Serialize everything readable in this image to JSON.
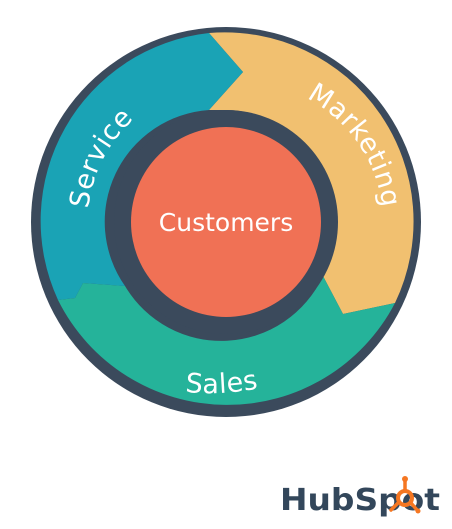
{
  "diagram": {
    "center": {
      "label": "Customers"
    },
    "segments": [
      {
        "id": "service",
        "label": "Service"
      },
      {
        "id": "marketing",
        "label": "Marketing"
      },
      {
        "id": "sales",
        "label": "Sales"
      }
    ]
  },
  "logo": {
    "text": "HubSpot"
  },
  "colors": {
    "outline": "#3b4a5c",
    "service": "#1aa3b5",
    "marketing": "#f1c070",
    "sales": "#25b39a",
    "customers": "#f07155",
    "text_on_color": "#ffffff",
    "logo_text": "#33475b",
    "logo_accent": "#f57722"
  }
}
